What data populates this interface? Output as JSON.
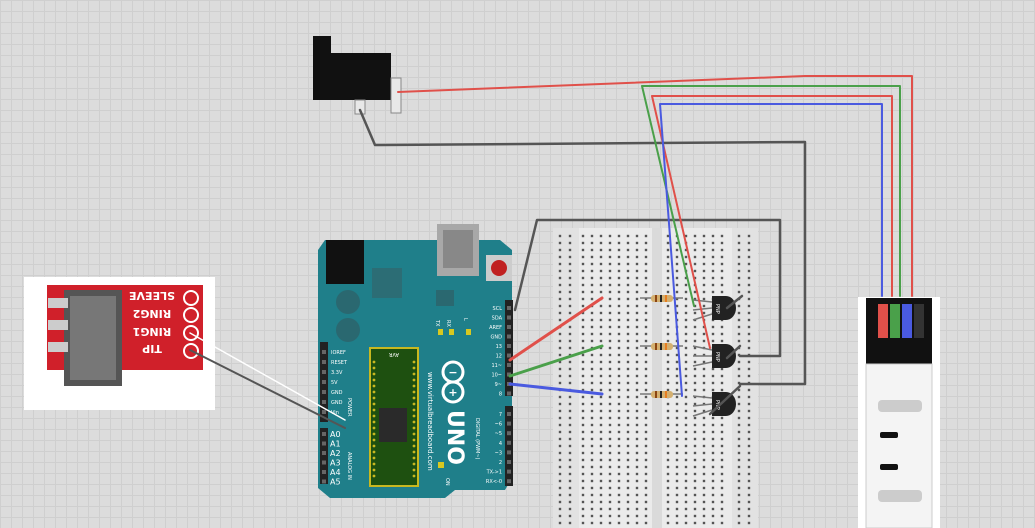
{
  "arduino": {
    "brand": "www.virtualbreadboard.com",
    "model": "UNO",
    "board_text": "AVR",
    "power_header_label": "POWER",
    "power_pins": [
      "IOREF",
      "RESET",
      "3.3V",
      "5V",
      "GND",
      "GND",
      "Vin"
    ],
    "analog_header_label": "ANALOG IN",
    "analog_pins": [
      "A0",
      "A1",
      "A2",
      "A3",
      "A4",
      "A5"
    ],
    "top_right_pins": [
      "SCL",
      "SDA",
      "AREF",
      "GND",
      "13",
      "12",
      "11~",
      "10~",
      "9~",
      "8"
    ],
    "digital_header_label": "DIGITAL (PWM~)",
    "bottom_right_pins": [
      "7",
      "~6",
      "~5",
      "4",
      "~3",
      "2",
      "TX->1",
      "RX<-0"
    ],
    "led_labels": [
      "TX",
      "RX",
      "L",
      "ON"
    ]
  },
  "audio_jack": {
    "labels": [
      "TIP",
      "RING1",
      "RING2",
      "SLEEVE"
    ]
  },
  "transistors": [
    {
      "label": "PNP"
    },
    {
      "label": "PNP"
    },
    {
      "label": "PNP"
    }
  ],
  "colors": {
    "red_wire": "#e0504a",
    "green_wire": "#4aa04a",
    "blue_wire": "#4a5ae0",
    "gray_wire": "#555555",
    "arduino_board": "#1f7f8a",
    "jack_board": "#d0202a"
  }
}
